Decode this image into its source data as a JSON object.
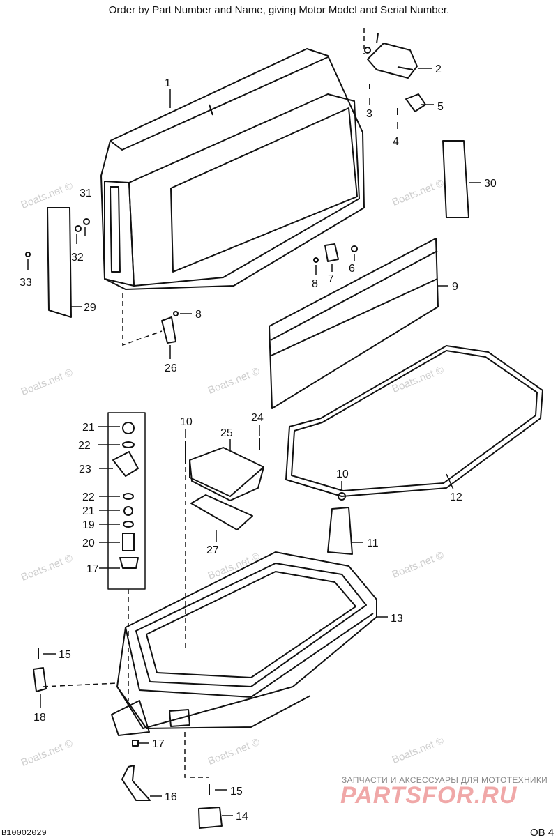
{
  "header": "Order by Part Number and Name, giving Motor Model and Serial Number.",
  "watermark": "Boats.net ©",
  "brand": {
    "tagline": "ЗАПЧАСТИ И АКСЕССУАРЫ ДЛЯ МОТОТЕХНИКИ",
    "name": "PARTSFOR.RU"
  },
  "footer": {
    "code": "B10002029",
    "page": "OB 4"
  },
  "callouts": [
    "1",
    "2",
    "3",
    "4",
    "5",
    "6",
    "7",
    "8",
    "9",
    "10",
    "11",
    "12",
    "13",
    "14",
    "15",
    "16",
    "17",
    "18",
    "19",
    "20",
    "21",
    "22",
    "23",
    "24",
    "25",
    "26",
    "27",
    "29",
    "30",
    "31",
    "32",
    "33"
  ]
}
